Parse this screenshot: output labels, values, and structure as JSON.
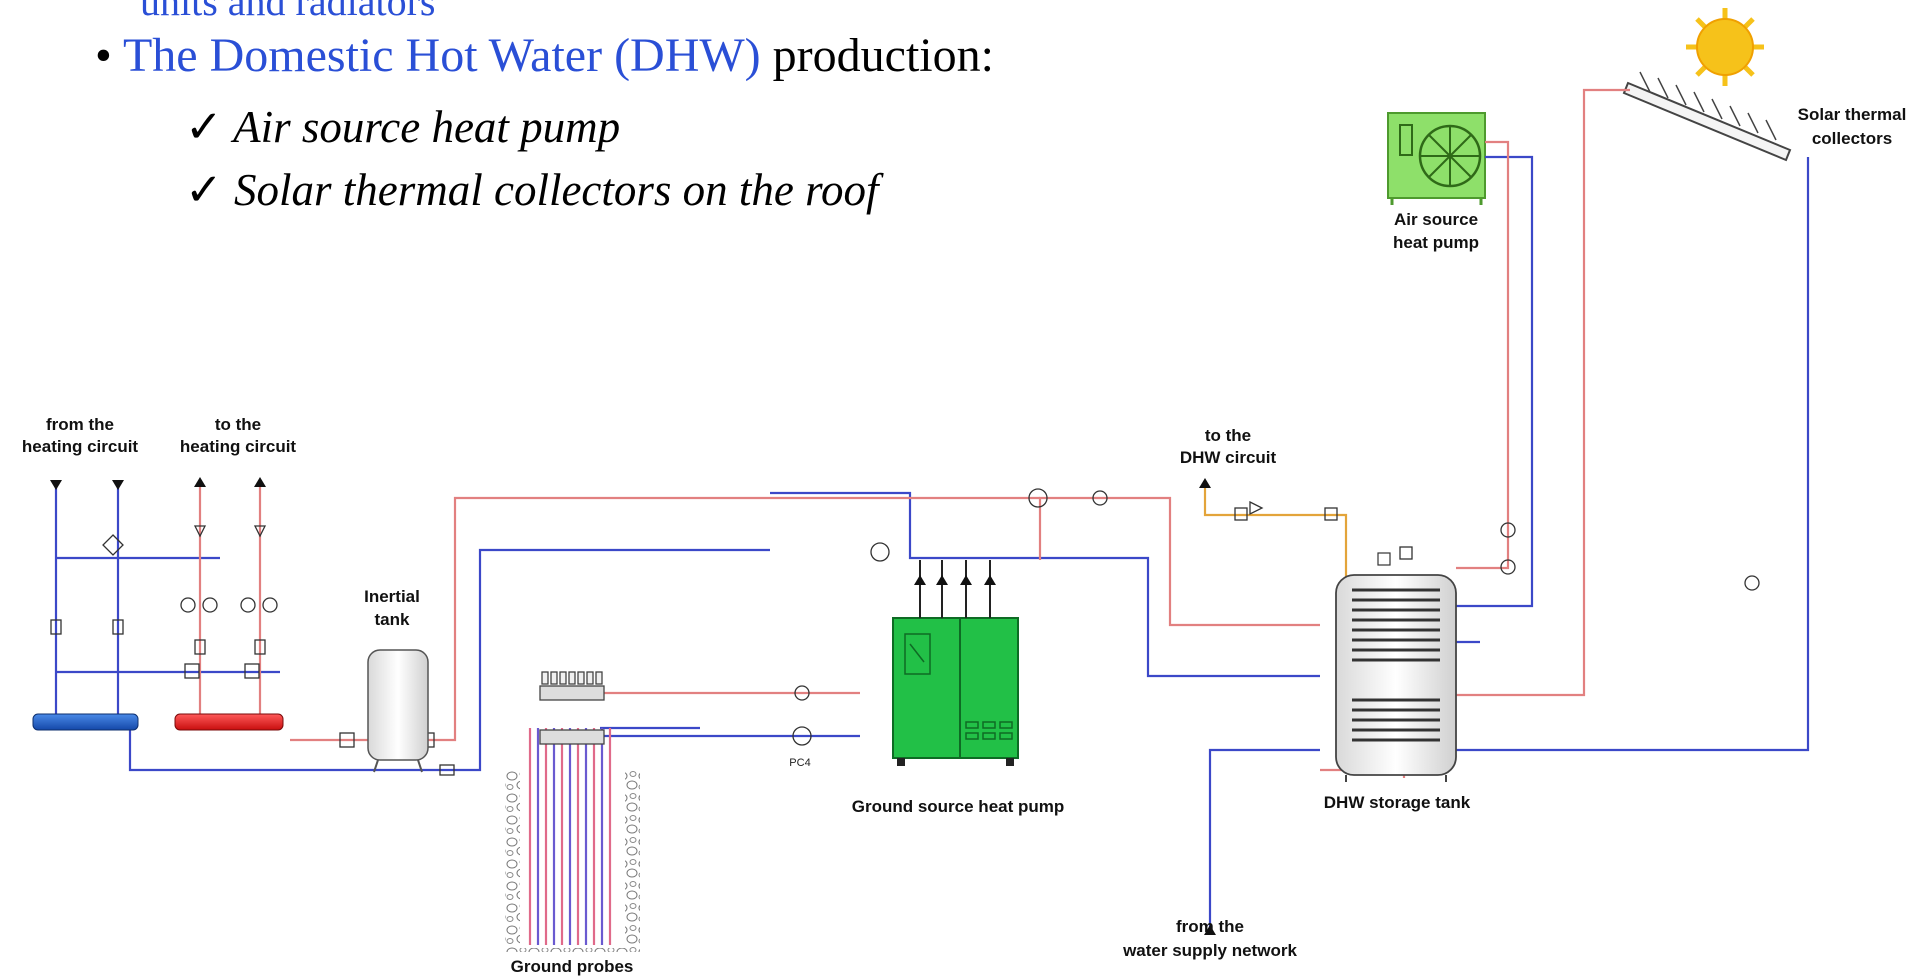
{
  "slide": {
    "cut_line": "units and radiators",
    "bullet": {
      "marker": "•",
      "highlight": "The Domestic Hot Water (DHW)",
      "rest": "production:"
    },
    "subitems": [
      {
        "check": "✓",
        "text": "Air source heat pump"
      },
      {
        "check": "✓",
        "text": "Solar thermal collectors on the roof"
      }
    ]
  },
  "diagram": {
    "labels": {
      "from_heating_1": "from the",
      "from_heating_2": "heating circuit",
      "to_heating_1": "to the",
      "to_heating_2": "heating circuit",
      "inertial_1": "Inertial",
      "inertial_2": "tank",
      "dhw_circuit_1": "to the",
      "dhw_circuit_2": "DHW circuit",
      "ashp_1": "Air source",
      "ashp_2": "heat pump",
      "solar_1": "Solar thermal",
      "solar_2": "collectors",
      "gshp": "Ground source heat pump",
      "dhw_tank": "DHW storage tank",
      "ground_probes": "Ground probes",
      "water_supply_1": "from the",
      "water_supply_2": "water supply network",
      "pc4": "PC4"
    },
    "colors": {
      "cold_pipe": "#3b48c8",
      "hot_pipe": "#e28080",
      "dhw_pipe": "#e3a43a",
      "ashp_green": "#8ee06a",
      "gshp_green": "#22c047",
      "manifold_blue": "#1f5fbf",
      "manifold_red": "#e02525",
      "sun": "#f6c21a"
    }
  }
}
